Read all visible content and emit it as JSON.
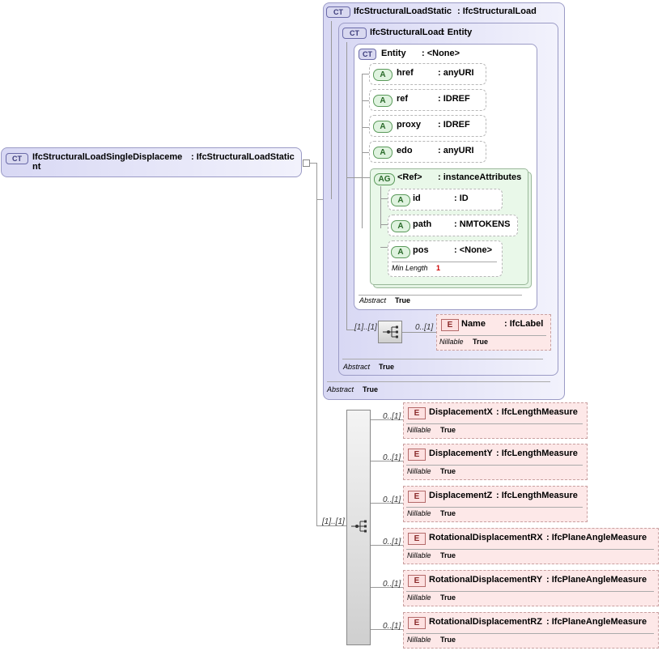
{
  "root": {
    "badge": "CT",
    "name_line1": "IfcStructuralLoadSingleDisplaceme",
    "name_line2": "nt",
    "type": ": IfcStructuralLoadStatic"
  },
  "ct_static": {
    "badge": "CT",
    "name": "IfcStructuralLoadStatic",
    "type": ": IfcStructuralLoad",
    "abstract_label": "Abstract",
    "abstract_value": "True"
  },
  "ct_load": {
    "badge": "CT",
    "name": "IfcStructuralLoad",
    "type": ": Entity",
    "abstract_label": "Abstract",
    "abstract_value": "True"
  },
  "ct_entity": {
    "badge": "CT",
    "name": "Entity",
    "type": ": <None>",
    "abstract_label": "Abstract",
    "abstract_value": "True"
  },
  "attributes": [
    {
      "badge": "A",
      "name": "href",
      "type": ": anyURI"
    },
    {
      "badge": "A",
      "name": "ref",
      "type": ": IDREF"
    },
    {
      "badge": "A",
      "name": "proxy",
      "type": ": IDREF"
    },
    {
      "badge": "A",
      "name": "edo",
      "type": ": anyURI"
    }
  ],
  "attr_group": {
    "badge": "AG",
    "name": "<Ref>",
    "type": ": instanceAttributes",
    "items": [
      {
        "badge": "A",
        "name": "id",
        "type": ": ID"
      },
      {
        "badge": "A",
        "name": "path",
        "type": ": NMTOKENS"
      },
      {
        "badge": "A",
        "name": "pos",
        "type": ": <None>",
        "facet_label": "Min Length",
        "facet_value": "1"
      }
    ]
  },
  "name_element": {
    "badge": "E",
    "name": "Name",
    "type": ": IfcLabel",
    "prop_label": "Nillable",
    "prop_value": "True",
    "card_left": "[1]..[1]",
    "card_right": "0..[1]"
  },
  "seq_card": "[1]..[1]",
  "elements": [
    {
      "badge": "E",
      "name": "DisplacementX",
      "type": ": IfcLengthMeasure",
      "card": "0..[1]",
      "prop_label": "Nillable",
      "prop_value": "True"
    },
    {
      "badge": "E",
      "name": "DisplacementY",
      "type": ": IfcLengthMeasure",
      "card": "0..[1]",
      "prop_label": "Nillable",
      "prop_value": "True"
    },
    {
      "badge": "E",
      "name": "DisplacementZ",
      "type": ": IfcLengthMeasure",
      "card": "0..[1]",
      "prop_label": "Nillable",
      "prop_value": "True"
    },
    {
      "badge": "E",
      "name": "RotationalDisplacementRX",
      "type": ": IfcPlaneAngleMeasure",
      "card": "0..[1]",
      "prop_label": "Nillable",
      "prop_value": "True"
    },
    {
      "badge": "E",
      "name": "RotationalDisplacementRY",
      "type": ": IfcPlaneAngleMeasure",
      "card": "0..[1]",
      "prop_label": "Nillable",
      "prop_value": "True"
    },
    {
      "badge": "E",
      "name": "RotationalDisplacementRZ",
      "type": ": IfcPlaneAngleMeasure",
      "card": "0..[1]",
      "prop_label": "Nillable",
      "prop_value": "True"
    }
  ]
}
